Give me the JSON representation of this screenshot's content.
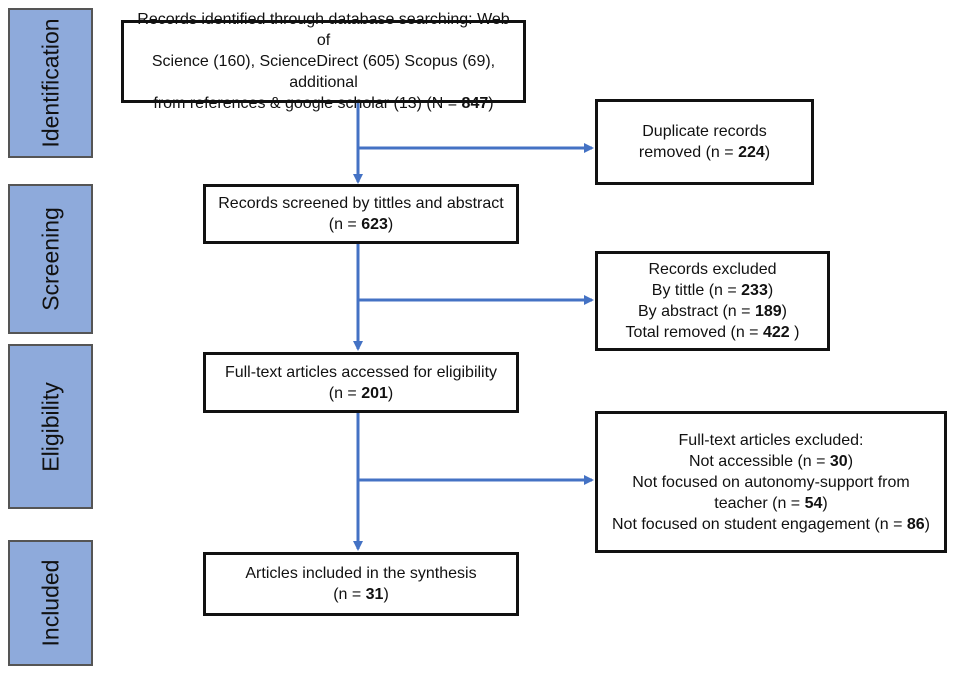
{
  "stages": {
    "identification": "Identification",
    "screening": "Screening",
    "eligibility": "Eligibility",
    "included": "Included"
  },
  "boxes": {
    "identified": {
      "lines": [
        {
          "pre": "Records identified through database searching: Web of",
          "bold": "",
          "post": ""
        },
        {
          "pre": "Science (160), ScienceDirect (605) Scopus (69), additional",
          "bold": "",
          "post": ""
        },
        {
          "pre": "from references & google scholar (13) (N = ",
          "bold": "847",
          "post": ")"
        }
      ]
    },
    "duplicates": {
      "lines": [
        {
          "pre": "Duplicate records",
          "bold": "",
          "post": ""
        },
        {
          "pre": "removed (n = ",
          "bold": "224",
          "post": ")"
        }
      ]
    },
    "screened": {
      "lines": [
        {
          "pre": "Records screened by tittles and abstract",
          "bold": "",
          "post": ""
        },
        {
          "pre": "(n = ",
          "bold": "623",
          "post": ")"
        }
      ]
    },
    "excluded": {
      "lines": [
        {
          "pre": "Records excluded",
          "bold": "",
          "post": ""
        },
        {
          "pre": "By tittle (n = ",
          "bold": "233",
          "post": ")"
        },
        {
          "pre": "By abstract (n = ",
          "bold": "189",
          "post": ")"
        },
        {
          "pre": "Total removed (n = ",
          "bold": "422",
          "post": " )"
        }
      ]
    },
    "fulltext": {
      "lines": [
        {
          "pre": "Full-text articles accessed for eligibility",
          "bold": "",
          "post": ""
        },
        {
          "pre": "(n = ",
          "bold": "201",
          "post": ")"
        }
      ]
    },
    "fulltext_excluded": {
      "lines": [
        {
          "pre": "Full-text articles excluded:",
          "bold": "",
          "post": ""
        },
        {
          "pre": "Not accessible (n = ",
          "bold": "30",
          "post": ")"
        },
        {
          "pre": "Not focused on autonomy-support from",
          "bold": "",
          "post": ""
        },
        {
          "pre": "teacher (n = ",
          "bold": "54",
          "post": ")"
        },
        {
          "pre": "Not focused on student engagement (n = ",
          "bold": "86",
          "post": ")"
        }
      ]
    },
    "included": {
      "lines": [
        {
          "pre": "Articles included in the synthesis",
          "bold": "",
          "post": ""
        },
        {
          "pre": "(n = ",
          "bold": "31",
          "post": ")"
        }
      ]
    }
  },
  "colors": {
    "stage_fill": "#8eaadb",
    "arrow": "#4472c4",
    "box_border": "#111111"
  }
}
